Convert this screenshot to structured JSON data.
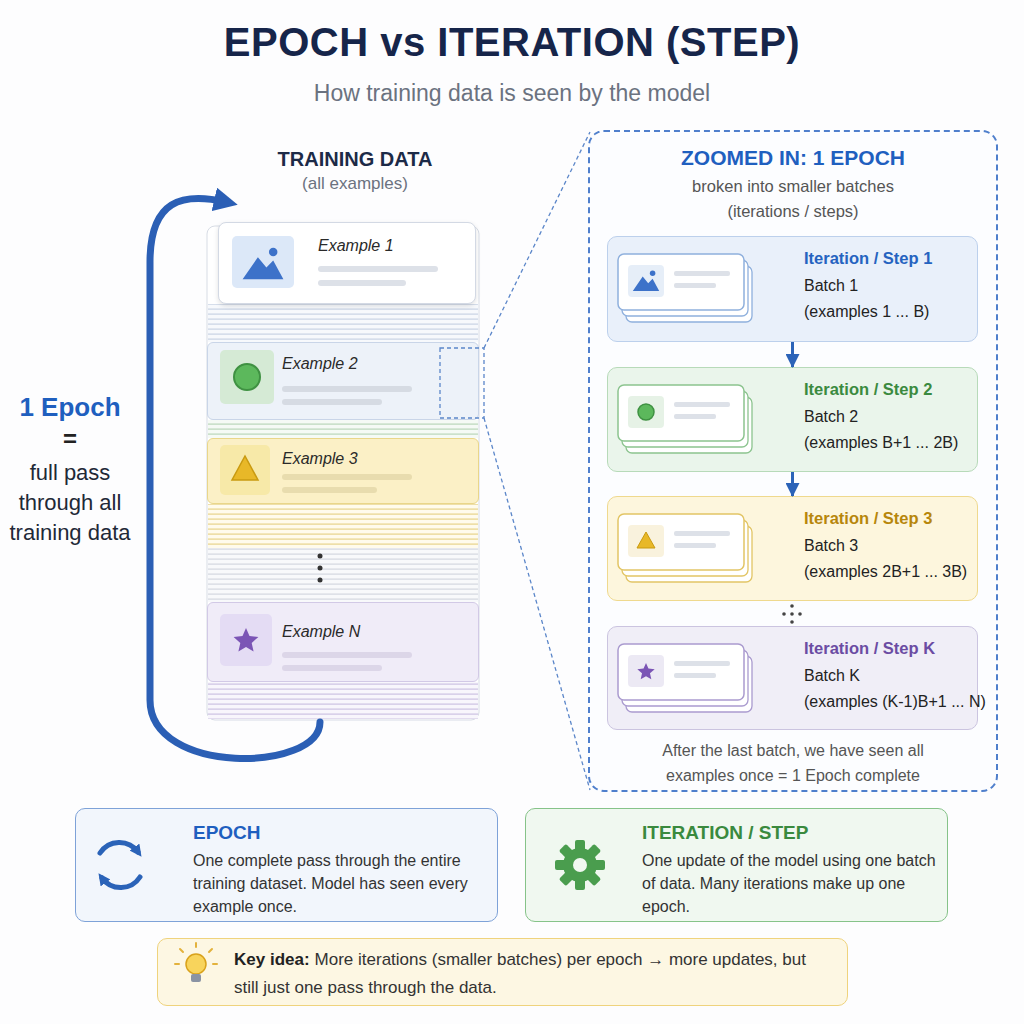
{
  "diagram": {
    "title": "EPOCH vs ITERATION (STEP)",
    "nodes": [
      {
        "text": [
          "TRAINING DATA",
          "(all examples)"
        ]
      },
      {
        "text": [
          "Example 1"
        ],
        "in": 0
      },
      {
        "text": [
          "Example 2"
        ],
        "in": 0
      },
      {
        "text": [
          "Example 3"
        ],
        "in": 0
      },
      {
        "text": [
          "Example N"
        ],
        "in": 0
      },
      {
        "text": [
          "ZOOMED IN: 1 EPOCH",
          "broken into smaller batches (iterations / steps)",
          "After the last batch, we have seen all examples once = 1 Epoch complete"
        ]
      },
      {
        "text": [
          "Iteration / Step 1",
          "Batch 1",
          "(examples 1 ... B)"
        ],
        "in": 5
      },
      {
        "text": [
          "Iteration / Step 2",
          "Batch 2",
          "(examples B+1 ... 2B)"
        ],
        "in": 5
      },
      {
        "text": [
          "Iteration / Step 3",
          "Batch 3",
          "(examples 2B+1 ... 3B)"
        ],
        "in": 5
      },
      {
        "text": [
          "Iteration / Step K",
          "Batch K",
          "(examples (K-1)B+1 ... N)"
        ],
        "in": 5
      },
      {
        "text": [
          "EPOCH",
          "One complete pass through the entire training dataset. Model has seen every example once."
        ]
      },
      {
        "text": [
          "ITERATION / STEP",
          "One update of the model using one batch of data. Many iterations make up one epoch."
        ]
      },
      {
        "text": [
          "Key idea:",
          "More iterations (smaller batches) per epoch → more updates, but still just one pass through the data."
        ]
      }
    ],
    "edges": [
      {
        "from": 6,
        "to": 7,
        "arrow": "to"
      },
      {
        "from": 7,
        "to": 8,
        "arrow": "to"
      }
    ],
    "labels": [
      "How training data is seen by the model",
      "1 Epoch",
      "=",
      "full pass through all training data"
    ]
  }
}
